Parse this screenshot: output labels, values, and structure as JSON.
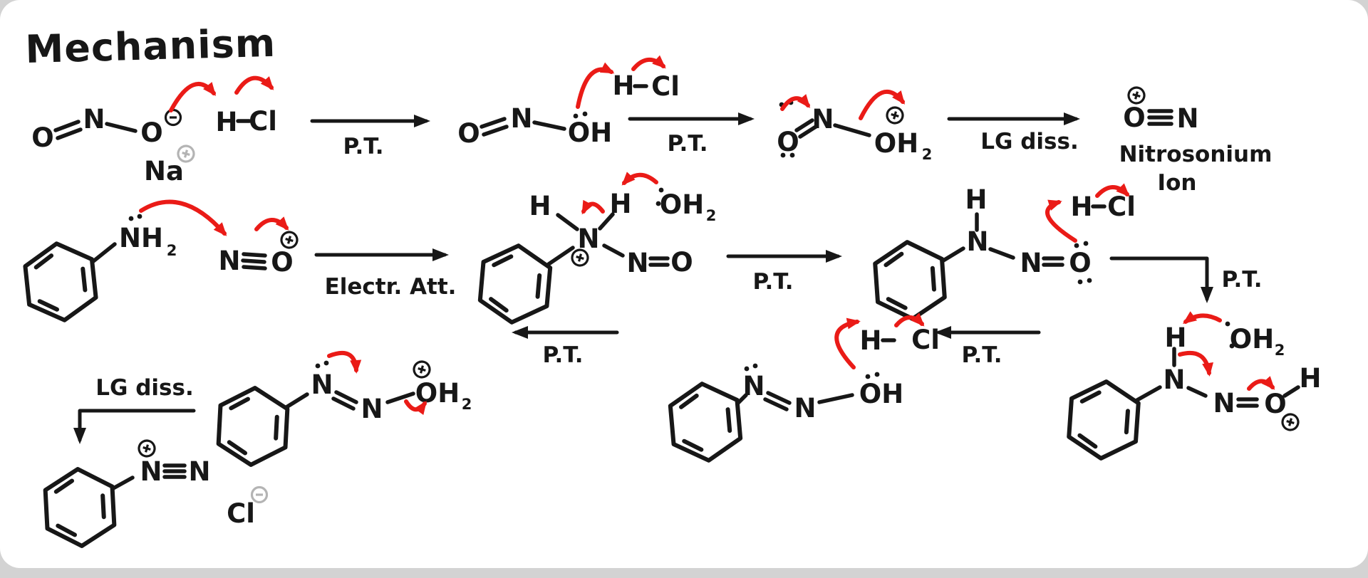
{
  "title": "Mechanism",
  "colors": {
    "title_blue": "#5053e4",
    "step_green": "#128a4d",
    "arrow_red": "#ea1b17",
    "note_blue": "#54a2dd",
    "counterion_gray": "#b4b4b4",
    "ink": "#171717"
  },
  "step_labels": {
    "proton_transfer": "P.T.",
    "leaving_group_dissociation": "LG diss.",
    "electrophilic_attack": "Electr. Att."
  },
  "notes": {
    "nitrosonium_line1": "Nitrosonium",
    "nitrosonium_line2": "Ion"
  },
  "atoms": {
    "oxygen": "O",
    "nitrogen": "N",
    "hydrogen": "H",
    "chlorine": "Cl",
    "sodium": "Na",
    "hydroxyl": "OH",
    "amine": "NH",
    "subscript_two": "2"
  }
}
